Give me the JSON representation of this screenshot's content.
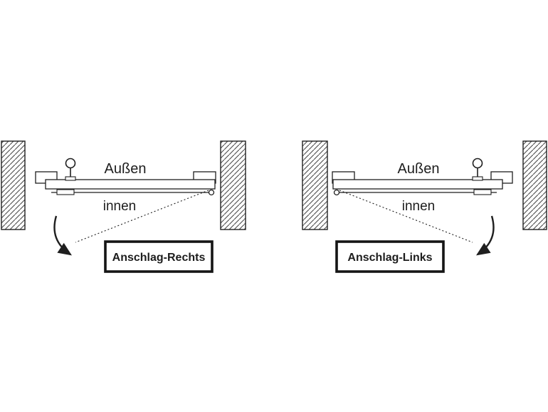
{
  "diagrams": [
    {
      "outside_label": "Außen",
      "inside_label": "innen",
      "caption": "Anschlag-Rechts"
    },
    {
      "outside_label": "Außen",
      "inside_label": "innen",
      "caption": "Anschlag-Links"
    }
  ],
  "colors": {
    "line": "#1f1f1f",
    "hatch": "#4a4a4a",
    "box_border": "#151515",
    "background": "#ffffff"
  }
}
